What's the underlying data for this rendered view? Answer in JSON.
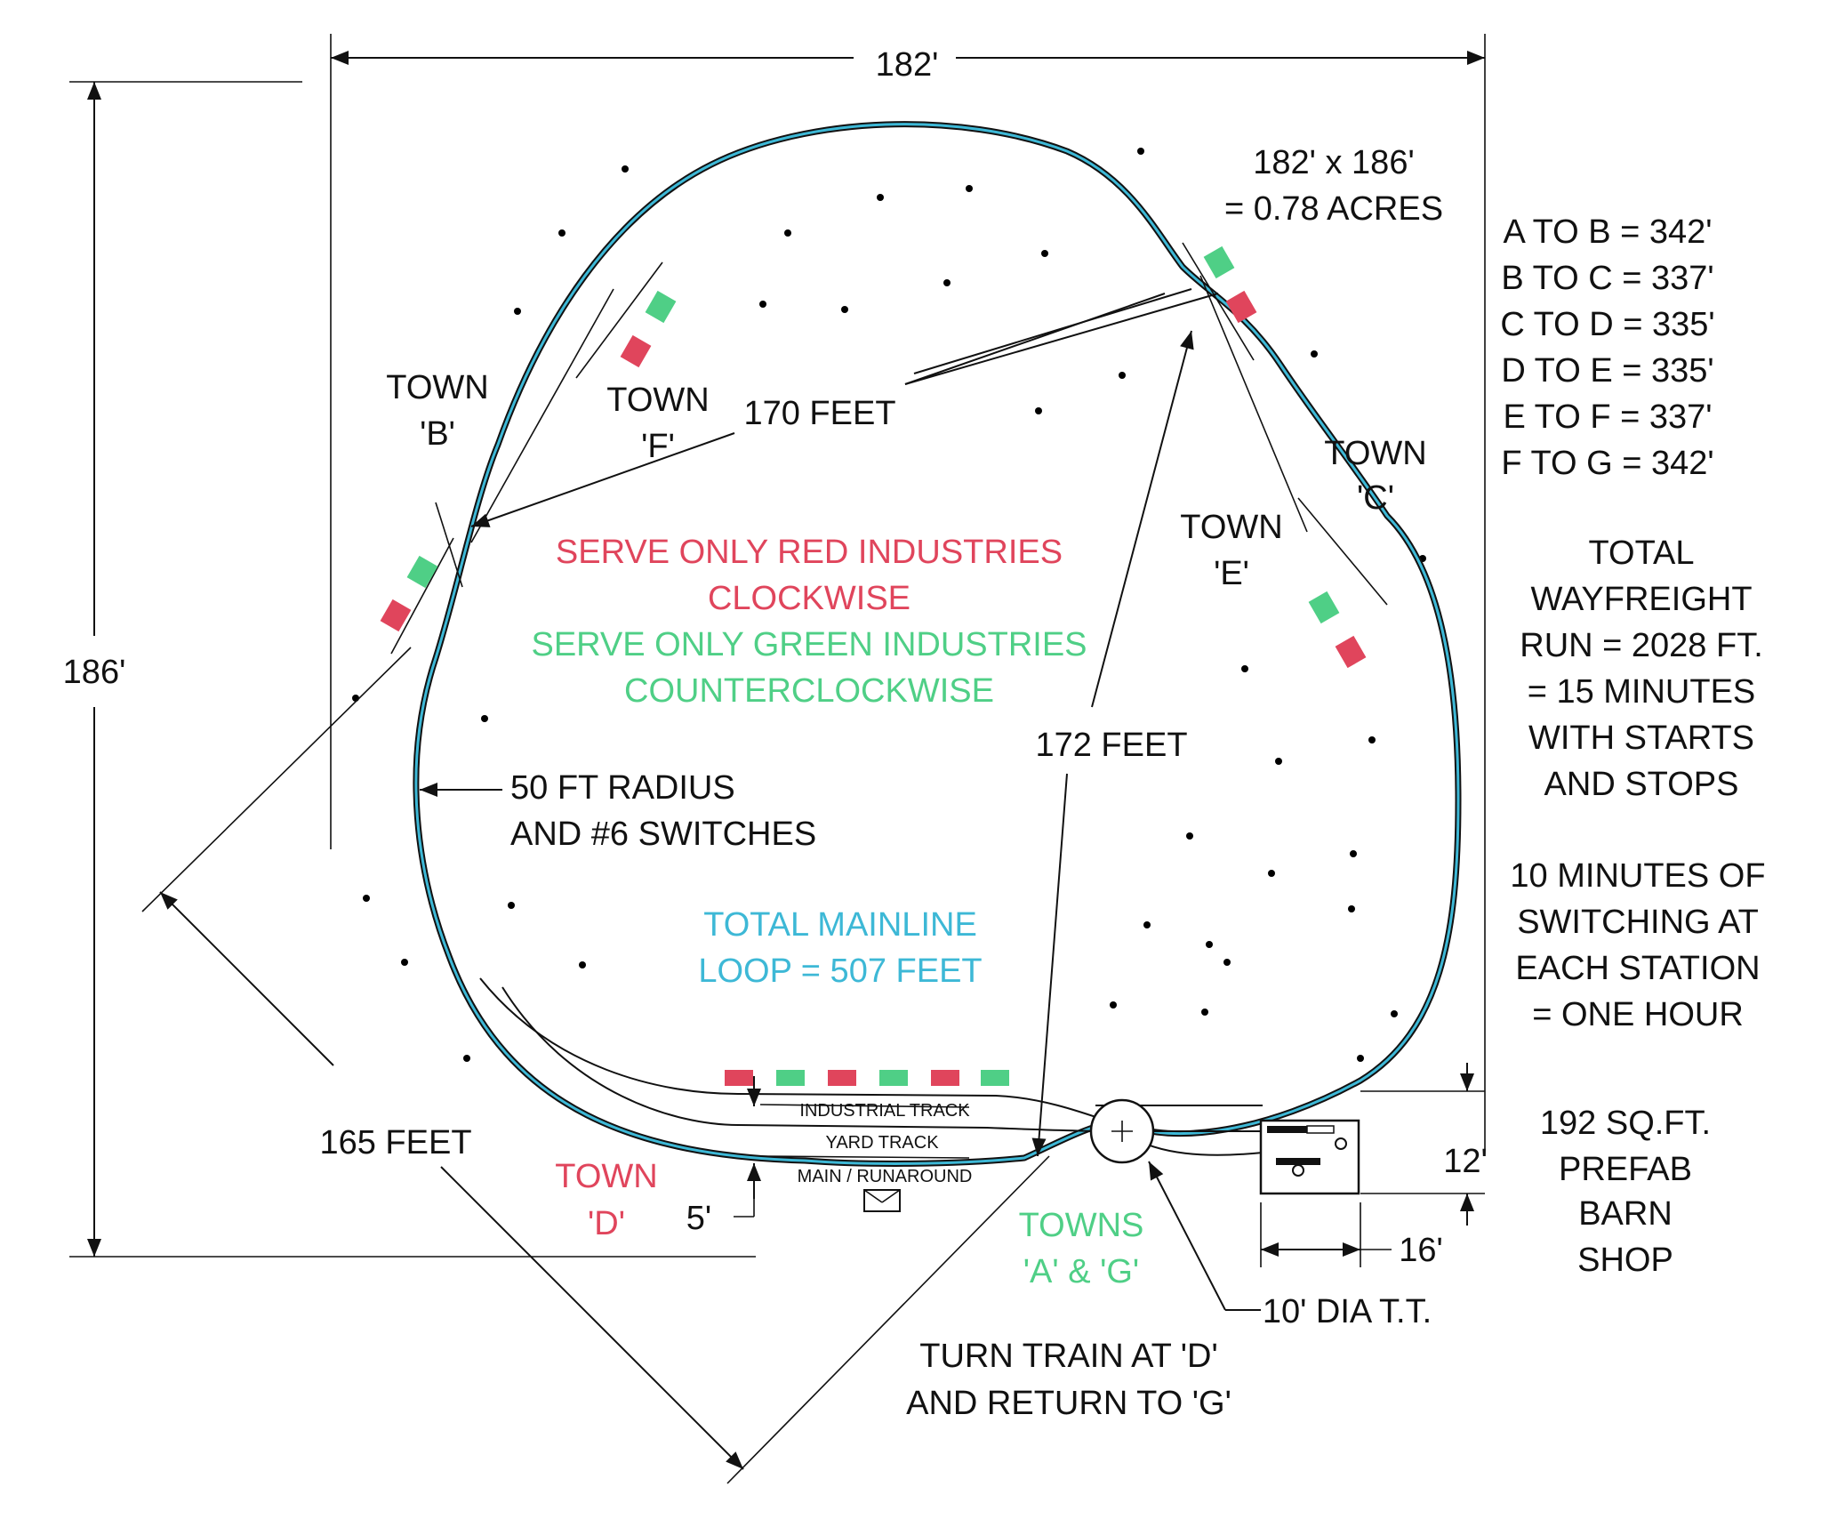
{
  "colors": {
    "red": "#e0455c",
    "green": "#4fcf86",
    "blue": "#3db8d6",
    "ink": "#111111"
  },
  "dimensions": {
    "width": "182'",
    "height": "186'",
    "area_line1": "182' x 186'",
    "area_line2": "= 0.78 ACRES",
    "f170": "170 FEET",
    "f172": "172 FEET",
    "f165": "165 FEET",
    "radius_line1": "50 FT RADIUS",
    "radius_line2": "AND #6 SWITCHES",
    "five": "5'",
    "twelve": "12'",
    "sixteen": "16'",
    "turntable": "10' DIA T.T."
  },
  "towns": {
    "b_line1": "TOWN",
    "b_line2": "'B'",
    "f_line1": "TOWN",
    "f_line2": "'F'",
    "c_line1": "TOWN",
    "c_line2": "'C'",
    "e_line1": "TOWN",
    "e_line2": "'E'",
    "d_line1": "TOWN",
    "d_line2": "'D'",
    "ag_line1": "TOWNS",
    "ag_line2": "'A' & 'G'"
  },
  "instructions": {
    "red_line1": "SERVE ONLY RED INDUSTRIES",
    "red_line2": "CLOCKWISE",
    "green_line1": "SERVE ONLY GREEN INDUSTRIES",
    "green_line2": "COUNTERCLOCKWISE",
    "mainline_line1": "TOTAL MAINLINE",
    "mainline_line2": "LOOP = 507 FEET"
  },
  "tracks": {
    "industrial": "INDUSTRIAL TRACK",
    "yard": "YARD TRACK",
    "main": "MAIN / RUNAROUND"
  },
  "distances": [
    "A TO B = 342'",
    "B TO C = 337'",
    "C TO D = 335'",
    "D TO E = 335'",
    "E TO F = 337'",
    "F TO G = 342'"
  ],
  "wayfreight": [
    "TOTAL",
    "WAYFREIGHT",
    "RUN = 2028 FT.",
    "= 15 MINUTES",
    "WITH STARTS",
    "AND STOPS"
  ],
  "switching": [
    "10 MINUTES OF",
    "SWITCHING AT",
    "EACH STATION",
    "= ONE HOUR"
  ],
  "barn": [
    "192 SQ.FT.",
    "PREFAB",
    "BARN",
    "SHOP"
  ],
  "turn": [
    "TURN TRAIN AT 'D'",
    "AND RETURN TO 'G'"
  ]
}
